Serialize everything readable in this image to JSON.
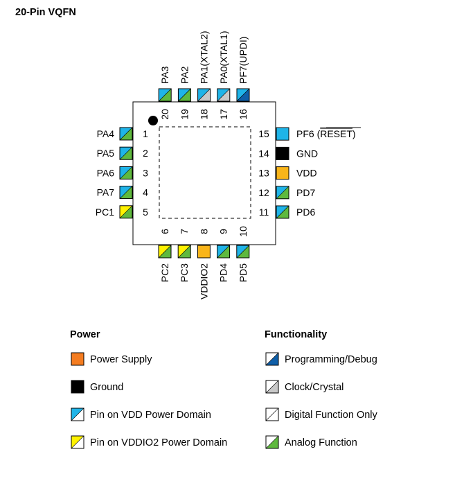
{
  "title": "20-Pin VQFN",
  "colors": {
    "vdd_domain": "#1fb4e8",
    "vddio2_domain": "#fff200",
    "power_supply": "#f47c20",
    "vddio2_pin": "#f9b51a",
    "ground": "#000000",
    "analog": "#5fb93e",
    "clock": "#c8c8c8",
    "prog_debug": "#0f5fa8",
    "digital": "#ffffff"
  },
  "pins": {
    "left": [
      {
        "num": "1",
        "name": "PA4",
        "domain": "vdd",
        "func": "analog"
      },
      {
        "num": "2",
        "name": "PA5",
        "domain": "vdd",
        "func": "analog"
      },
      {
        "num": "3",
        "name": "PA6",
        "domain": "vdd",
        "func": "analog"
      },
      {
        "num": "4",
        "name": "PA7",
        "domain": "vdd",
        "func": "analog"
      },
      {
        "num": "5",
        "name": "PC1",
        "domain": "vddio2",
        "func": "analog"
      }
    ],
    "bottom": [
      {
        "num": "6",
        "name": "PC2",
        "domain": "vddio2",
        "func": "analog"
      },
      {
        "num": "7",
        "name": "PC3",
        "domain": "vddio2",
        "func": "analog"
      },
      {
        "num": "8",
        "name": "VDDIO2",
        "domain": "vddio2_supply",
        "func": "none"
      },
      {
        "num": "9",
        "name": "PD4",
        "domain": "vdd",
        "func": "analog"
      },
      {
        "num": "10",
        "name": "PD5",
        "domain": "vdd",
        "func": "analog"
      }
    ],
    "right": [
      {
        "num": "11",
        "name": "PD6",
        "domain": "vdd",
        "func": "analog"
      },
      {
        "num": "12",
        "name": "PD7",
        "domain": "vdd",
        "func": "analog"
      },
      {
        "num": "13",
        "name": "VDD",
        "domain": "vddio2_supply",
        "func": "none"
      },
      {
        "num": "14",
        "name": "GND",
        "domain": "ground",
        "func": "none"
      },
      {
        "num": "15",
        "name": "PF6 (RESET)",
        "name_main": "PF6 (",
        "name_over": "RESET",
        "name_tail": ")",
        "domain": "vdd",
        "func": "none"
      }
    ],
    "top": [
      {
        "num": "16",
        "name": "PF7(UPDI)",
        "domain": "vdd",
        "func": "prog_debug"
      },
      {
        "num": "17",
        "name": "PA0(XTAL1)",
        "domain": "vdd",
        "func": "clock"
      },
      {
        "num": "18",
        "name": "PA1(XTAL2)",
        "domain": "vdd",
        "func": "clock"
      },
      {
        "num": "19",
        "name": "PA2",
        "domain": "vdd",
        "func": "analog"
      },
      {
        "num": "20",
        "name": "PA3",
        "domain": "vdd",
        "func": "analog"
      }
    ]
  },
  "legend": {
    "power": {
      "heading": "Power",
      "items": [
        {
          "label": "Power Supply",
          "kind": "power_supply"
        },
        {
          "label": "Ground",
          "kind": "ground"
        },
        {
          "label": "Pin on VDD Power Domain",
          "kind": "vdd"
        },
        {
          "label": "Pin on VDDIO2 Power Domain",
          "kind": "vddio2"
        }
      ]
    },
    "functionality": {
      "heading": "Functionality",
      "items": [
        {
          "label": "Programming/Debug",
          "kind": "prog_debug"
        },
        {
          "label": "Clock/Crystal",
          "kind": "clock"
        },
        {
          "label": "Digital Function Only",
          "kind": "digital"
        },
        {
          "label": "Analog Function",
          "kind": "analog"
        }
      ]
    }
  }
}
